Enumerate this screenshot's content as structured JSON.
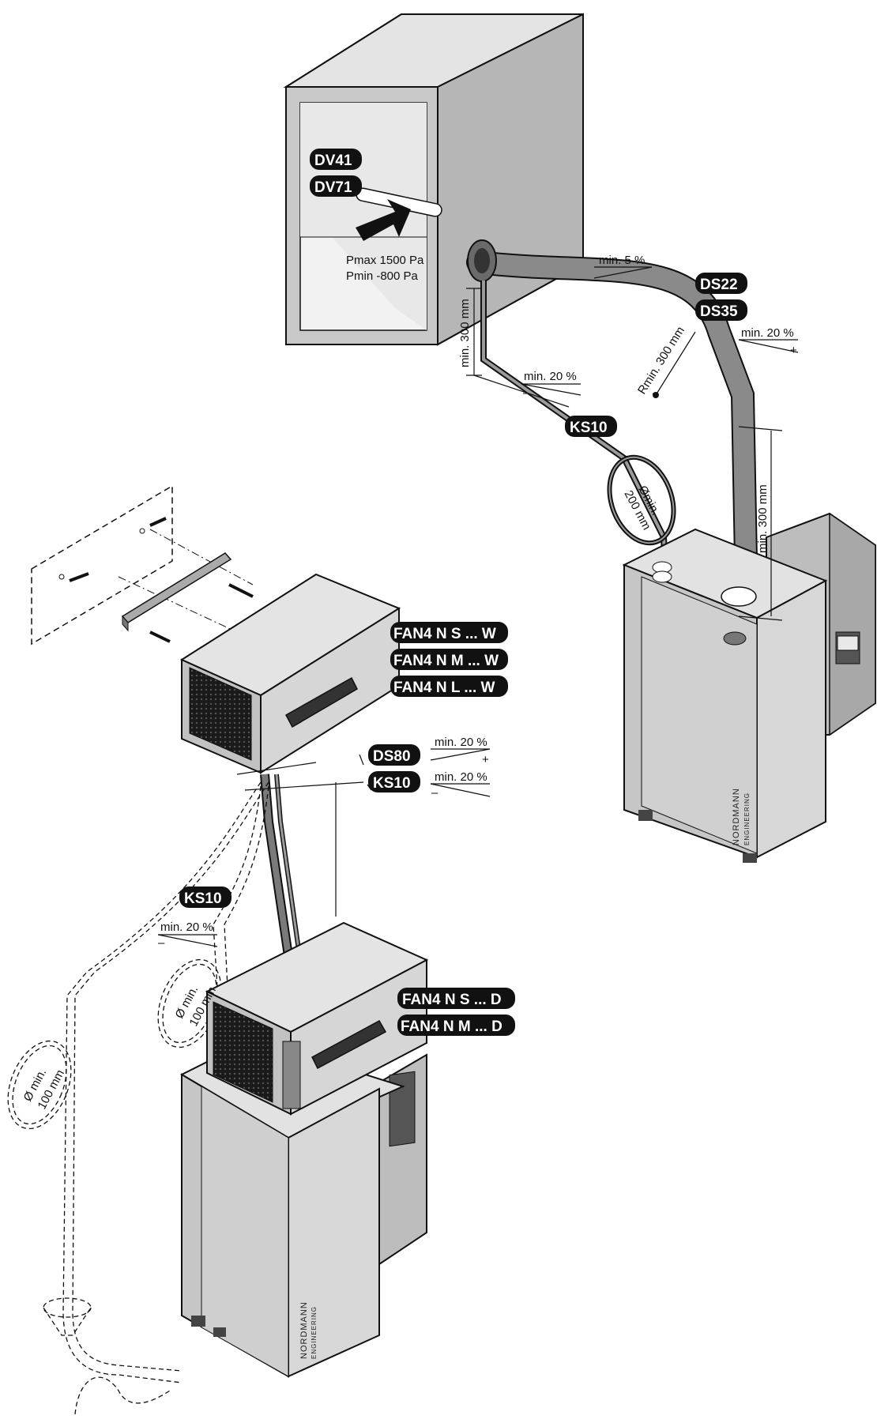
{
  "colors": {
    "line": "#111111",
    "box_front": "#cfcfcf",
    "box_side": "#b4b4b4",
    "box_top": "#e6e6e6",
    "hose": "#8a8a8a",
    "label_bg": "#111111",
    "label_text": "#ffffff",
    "grille": "#2a2a2a"
  },
  "labels": {
    "dv41": "DV41",
    "dv71": "DV71",
    "ds22": "DS22",
    "ds35": "DS35",
    "ks10_top": "KS10",
    "fan4_nsw": "FAN4 N S ... W",
    "fan4_nmw": "FAN4 N M ... W",
    "fan4_nlw": "FAN4 N L ... W",
    "ds80": "DS80",
    "ks10_mid": "KS10",
    "ks10_left": "KS10",
    "fan4_nsd": "FAN4 N S ... D",
    "fan4_nmd": "FAN4 N M ... D"
  },
  "annotations": {
    "pmax": "Pmax 1500 Pa",
    "pmin": "Pmin   -800 Pa",
    "min5": "min. 5 %",
    "min20_ds": "min. 20 %",
    "min20_ks": "min. 20 %",
    "rmin300": "Rmin. 300 mm",
    "min300_left": "min. 300 mm",
    "min300_right": "min. 300 mm",
    "dmin200_a": "Ømin.",
    "dmin200_b": "200 mm",
    "min20_ds80": "min. 20 %",
    "min20_ks10": "min. 20 %",
    "min20_left": "min. 20 %",
    "dmin100_mid_a": "Ø min.",
    "dmin100_mid_b": "100 mm",
    "dmin100_left_a": "Ø min.",
    "dmin100_left_b": "100 mm",
    "plus": "+",
    "minus": "–"
  },
  "branding": {
    "unit1_name": "NORDMANN",
    "unit1_sub": "ENGINEERING",
    "unit2_name": "NORDMANN",
    "unit2_sub": "ENGINEERING"
  }
}
